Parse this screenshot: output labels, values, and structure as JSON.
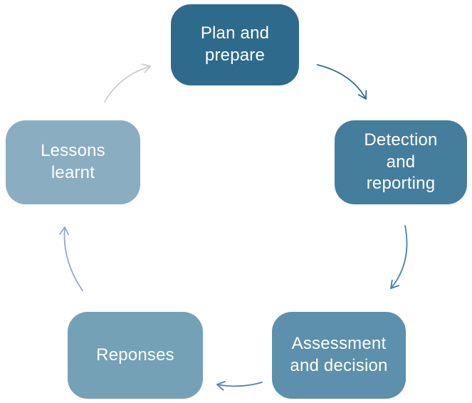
{
  "diagram": {
    "type": "cycle",
    "background": "#ffffff",
    "text_color": "#ffffff",
    "nodes": [
      {
        "id": "plan",
        "label": "Plan and\nprepare",
        "color": "#2e6a8c"
      },
      {
        "id": "detection",
        "label": "Detection\nand\nreporting",
        "color": "#457d9d"
      },
      {
        "id": "assessment",
        "label": "Assessment\nand decision",
        "color": "#5c90ac"
      },
      {
        "id": "responses",
        "label": "Reponses",
        "color": "#74a1b6"
      },
      {
        "id": "lessons",
        "label": "Lessons\nlearnt",
        "color": "#8badc1"
      }
    ],
    "arrows": [
      {
        "from": "plan",
        "to": "detection",
        "color": "#2c6e95"
      },
      {
        "from": "detection",
        "to": "assessment",
        "color": "#497ead"
      },
      {
        "from": "assessment",
        "to": "responses",
        "color": "#5182b0"
      },
      {
        "from": "responses",
        "to": "lessons",
        "color": "#94a8c6"
      },
      {
        "from": "lessons",
        "to": "plan",
        "color": "#c9ccd3"
      }
    ]
  }
}
